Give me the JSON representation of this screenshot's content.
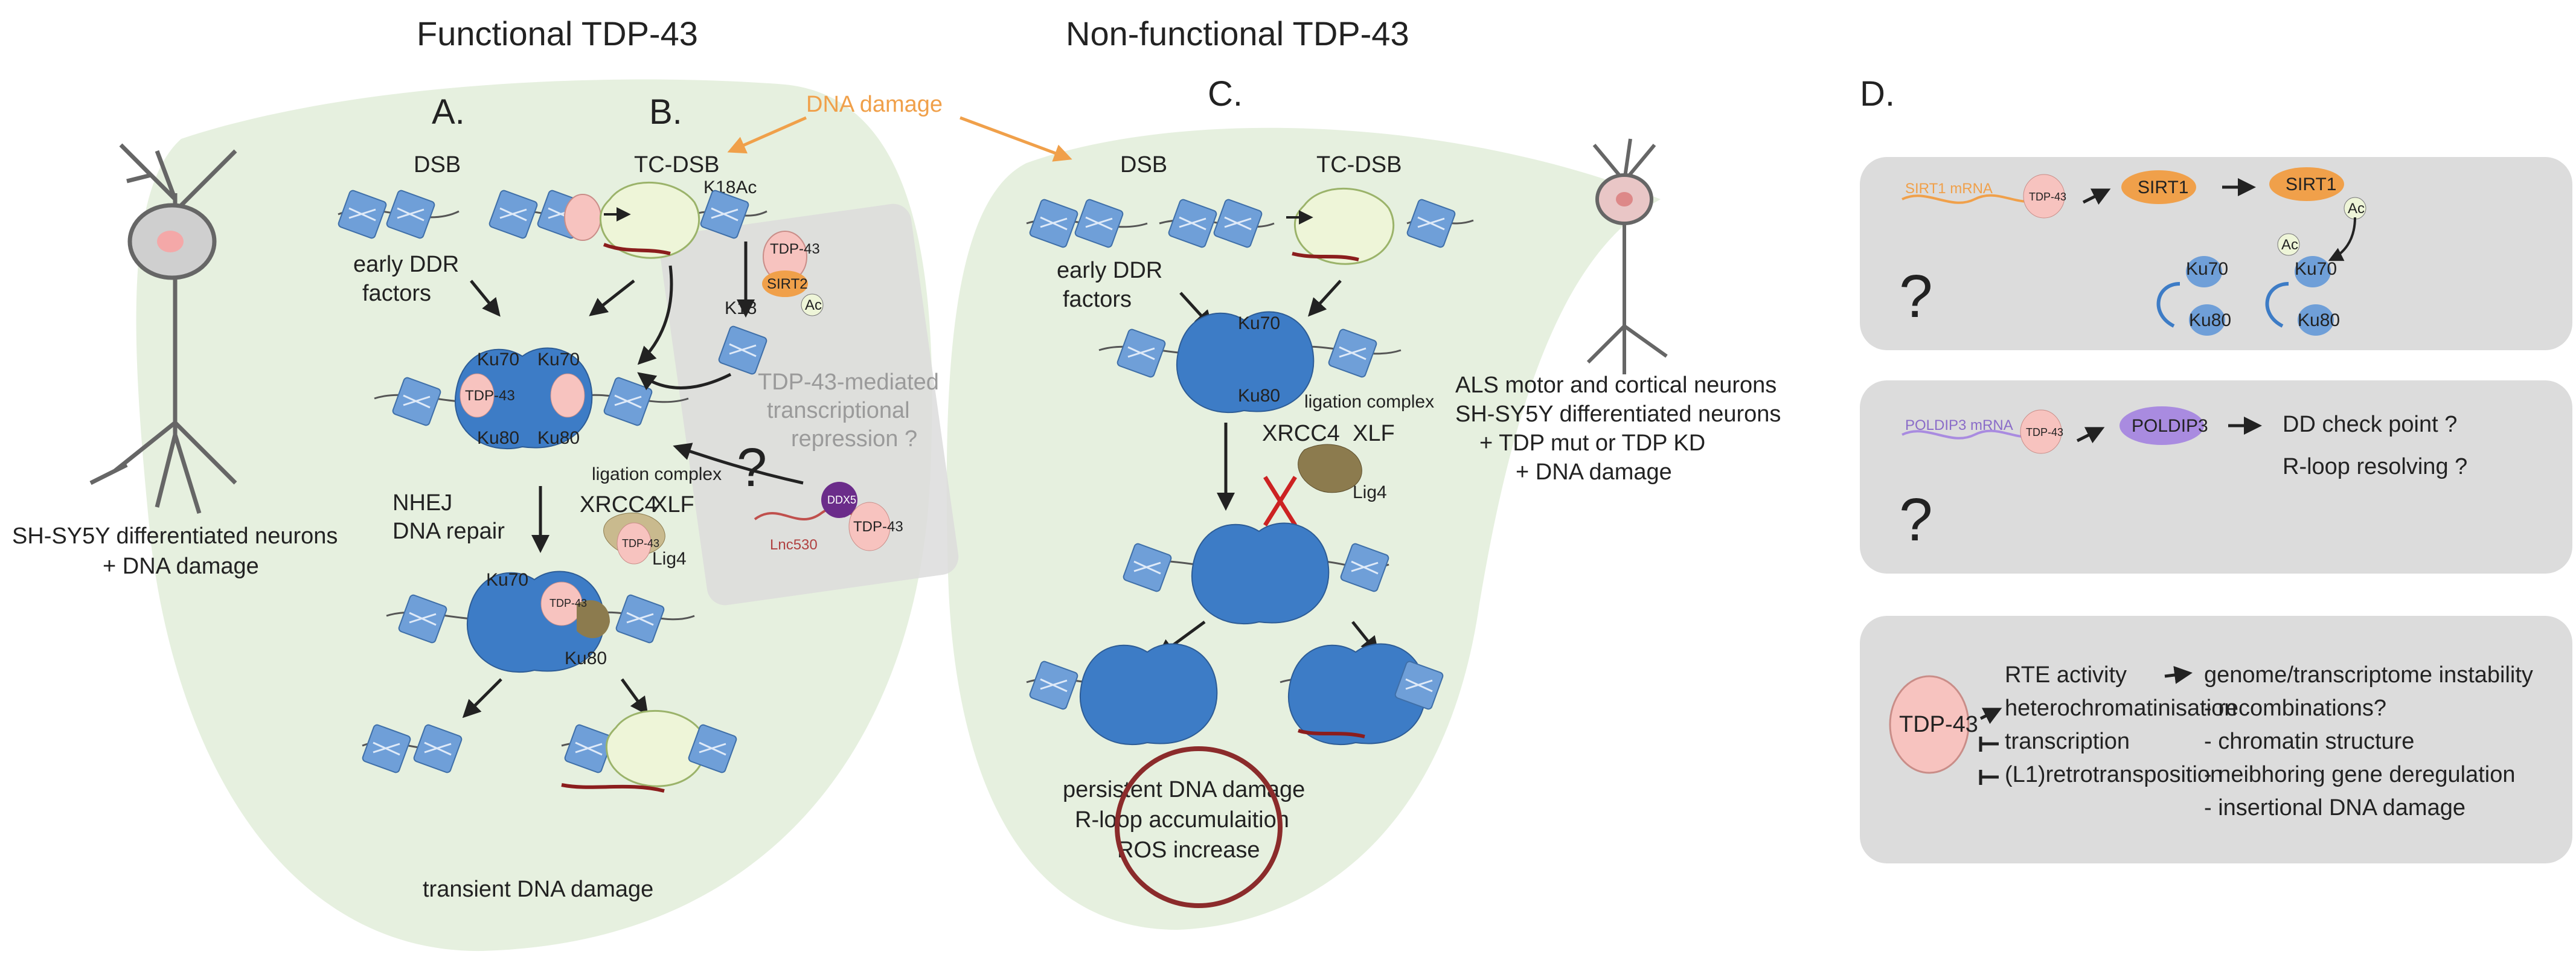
{
  "headers": {
    "functional": "Functional TDP-43",
    "nonfunctional": "Non-functional TDP-43",
    "dna_damage": "DNA damage"
  },
  "panel_letters": {
    "a": "A.",
    "b": "B.",
    "c": "C.",
    "d": "D."
  },
  "left_neuron_caption": {
    "line1": "SH-SY5Y differentiated  neurons",
    "line2": "+ DNA damage"
  },
  "right_neuron_caption": {
    "line1": "ALS motor and cortical  neurons",
    "line2": "SH-SY5Y differentiated  neurons",
    "line3": "+ TDP mut or TDP KD",
    "line4": "+ DNA damage"
  },
  "functional_panel": {
    "dsb": "DSB",
    "tc_dsb": "TC-DSB",
    "k18ac": "K18Ac",
    "k18": "K18",
    "early_ddr_1": "early  DDR",
    "early_ddr_2": "factors",
    "ku70_a": "Ku70",
    "ku70_b": "Ku70",
    "ku80_a": "Ku80",
    "ku80_b": "Ku80",
    "tdp43": "TDP-43",
    "sirt2": "SIRT2",
    "ac": "Ac",
    "repression_1": "TDP-43-mediated",
    "repression_2": "transcriptional",
    "repression_3": "repression ?",
    "question": "?",
    "nhej_1": "NHEJ",
    "nhej_2": "DNA repair",
    "ligation": "ligation complex",
    "xrcc4": "XRCC4",
    "xlf": "XLF",
    "lig4": "Lig4",
    "ddx5": "DDX5",
    "lnc530": "Lnc530",
    "ku70_c": "Ku70",
    "ku80_c": "Ku80",
    "transient": "transient DNA damage"
  },
  "nonfunctional_panel": {
    "dsb": "DSB",
    "tc_dsb": "TC-DSB",
    "early_ddr_1": "early  DDR",
    "early_ddr_2": "factors",
    "ku70": "Ku70",
    "ku80": "Ku80",
    "ligation": "ligation complex",
    "xrcc4": "XRCC4",
    "xlf": "XLF",
    "lig4": "Lig4",
    "outcome_1": "persistent DNA damage",
    "outcome_2": "R-loop accumulaition",
    "outcome_3": "ROS increase"
  },
  "panel_d": {
    "box1": {
      "mrna": "SIRT1 mRNA",
      "tdp43": "TDP-43",
      "sirt1_a": "SIRT1",
      "sirt1_b": "SIRT1",
      "ac_a": "Ac",
      "ac_b": "Ac",
      "ku70_a": "Ku70",
      "ku80_a": "Ku80",
      "ku70_b": "Ku70",
      "ku80_b": "Ku80",
      "question": "?"
    },
    "box2": {
      "mrna": "POLDIP3 mRNA",
      "tdp43": "TDP-43",
      "poldip3": "POLDIP3",
      "line1": "DD check point ?",
      "line2": "R-loop resolving ?",
      "question": "?"
    },
    "box3": {
      "tdp43": "TDP-43",
      "effects": [
        "RTE activity",
        "heterochromatinisation",
        "transcription",
        "(L1)retrotransposition"
      ],
      "outcome_title": "genome/transcriptome instability",
      "outcomes": [
        "- recombinations?",
        "- chromatin structure",
        "- neibhoring gene deregulation",
        "- insertional DNA damage"
      ]
    }
  },
  "colors": {
    "green_bg": "#e6f0df",
    "grey_box": "#dcdcdc",
    "nucleosome": "#6f9fd8",
    "ku_blue": "#3d7cc6",
    "tdp_pink": "#f7c3bf",
    "orange": "#f0a04a",
    "dark_red": "#8b1d1d",
    "purple": "#a98be0"
  }
}
